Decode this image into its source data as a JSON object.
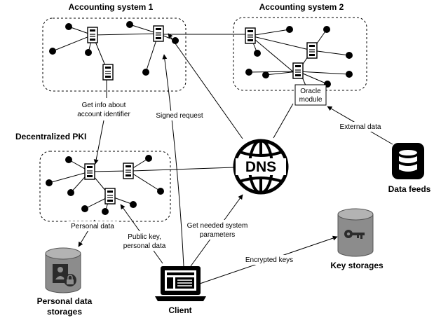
{
  "titles": {
    "accounting1": "Accounting system 1",
    "accounting2": "Accounting system 2",
    "pki": "Decentralized PKI"
  },
  "nodes": {
    "oracle": [
      "Oracle",
      "module"
    ],
    "dns": "DNS",
    "data_feeds": "Data feeds",
    "key_storages": "Key storages",
    "personal_storages": [
      "Personal data",
      "storages"
    ],
    "client": "Client"
  },
  "edges": {
    "get_info": [
      "Get info about",
      "account identifier"
    ],
    "signed_request": "Signed request",
    "external_data": "External data",
    "personal_data": "Personal data",
    "public_key": [
      "Public key,",
      "personal data"
    ],
    "needed_params": [
      "Get needed system",
      "parameters"
    ],
    "encrypted_keys": "Encrypted keys"
  },
  "colors": {
    "line": "#000000",
    "server_fill": "#ffffff",
    "storage_gray": "#8c8c8c",
    "storage_dark": "#2b2b2b"
  },
  "icons": [
    "server-icon",
    "globe-icon",
    "database-icon",
    "key-icon",
    "user-lock-icon",
    "laptop-icon"
  ]
}
